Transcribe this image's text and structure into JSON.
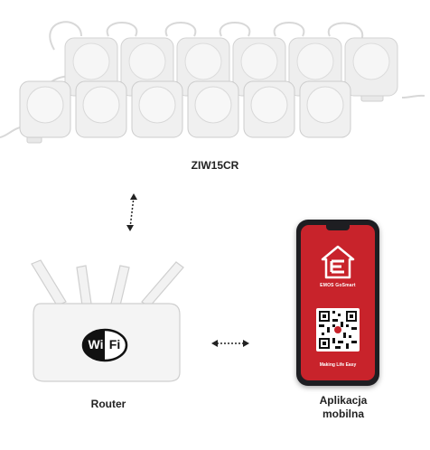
{
  "product": {
    "label": "ZIW15CR"
  },
  "router": {
    "label": "Router",
    "wifi_left": "Wi",
    "wifi_right": "Fi"
  },
  "app": {
    "label_line1": "Aplikacja",
    "label_line2": "mobilna",
    "brand": "EMOS GoSmart",
    "tagline": "Making Life Easy"
  },
  "colors": {
    "brand_red": "#c8232b",
    "router_white": "#f4f4f4",
    "phone_frame": "#1e1e22",
    "label_text": "#222222"
  },
  "icons": [
    "led-light-icon",
    "router-icon",
    "wifi-badge-icon",
    "smartphone-icon",
    "emos-logo-icon",
    "qr-code-icon",
    "double-arrow-icon"
  ]
}
